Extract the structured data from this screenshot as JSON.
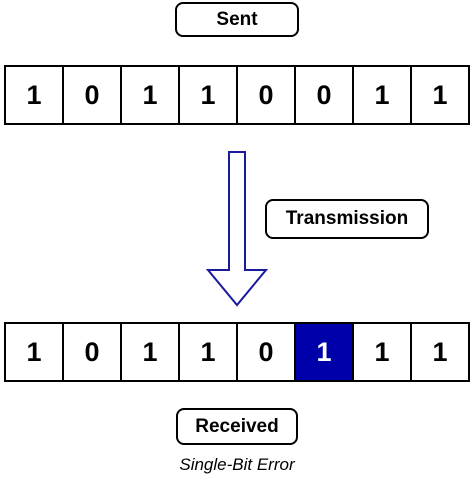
{
  "sent": {
    "label": "Sent",
    "bits": [
      "1",
      "0",
      "1",
      "1",
      "0",
      "0",
      "1",
      "1"
    ]
  },
  "transmission": {
    "label": "Transmission"
  },
  "received": {
    "label": "Received",
    "bits": [
      "1",
      "0",
      "1",
      "1",
      "0",
      "1",
      "1",
      "1"
    ],
    "error_index": 5
  },
  "caption": "Single-Bit Error",
  "colors": {
    "error_fill": "#0000aa",
    "arrow_stroke": "#1a1a9c",
    "border": "#000000"
  },
  "icons": {
    "arrow": "down-arrow-icon"
  }
}
